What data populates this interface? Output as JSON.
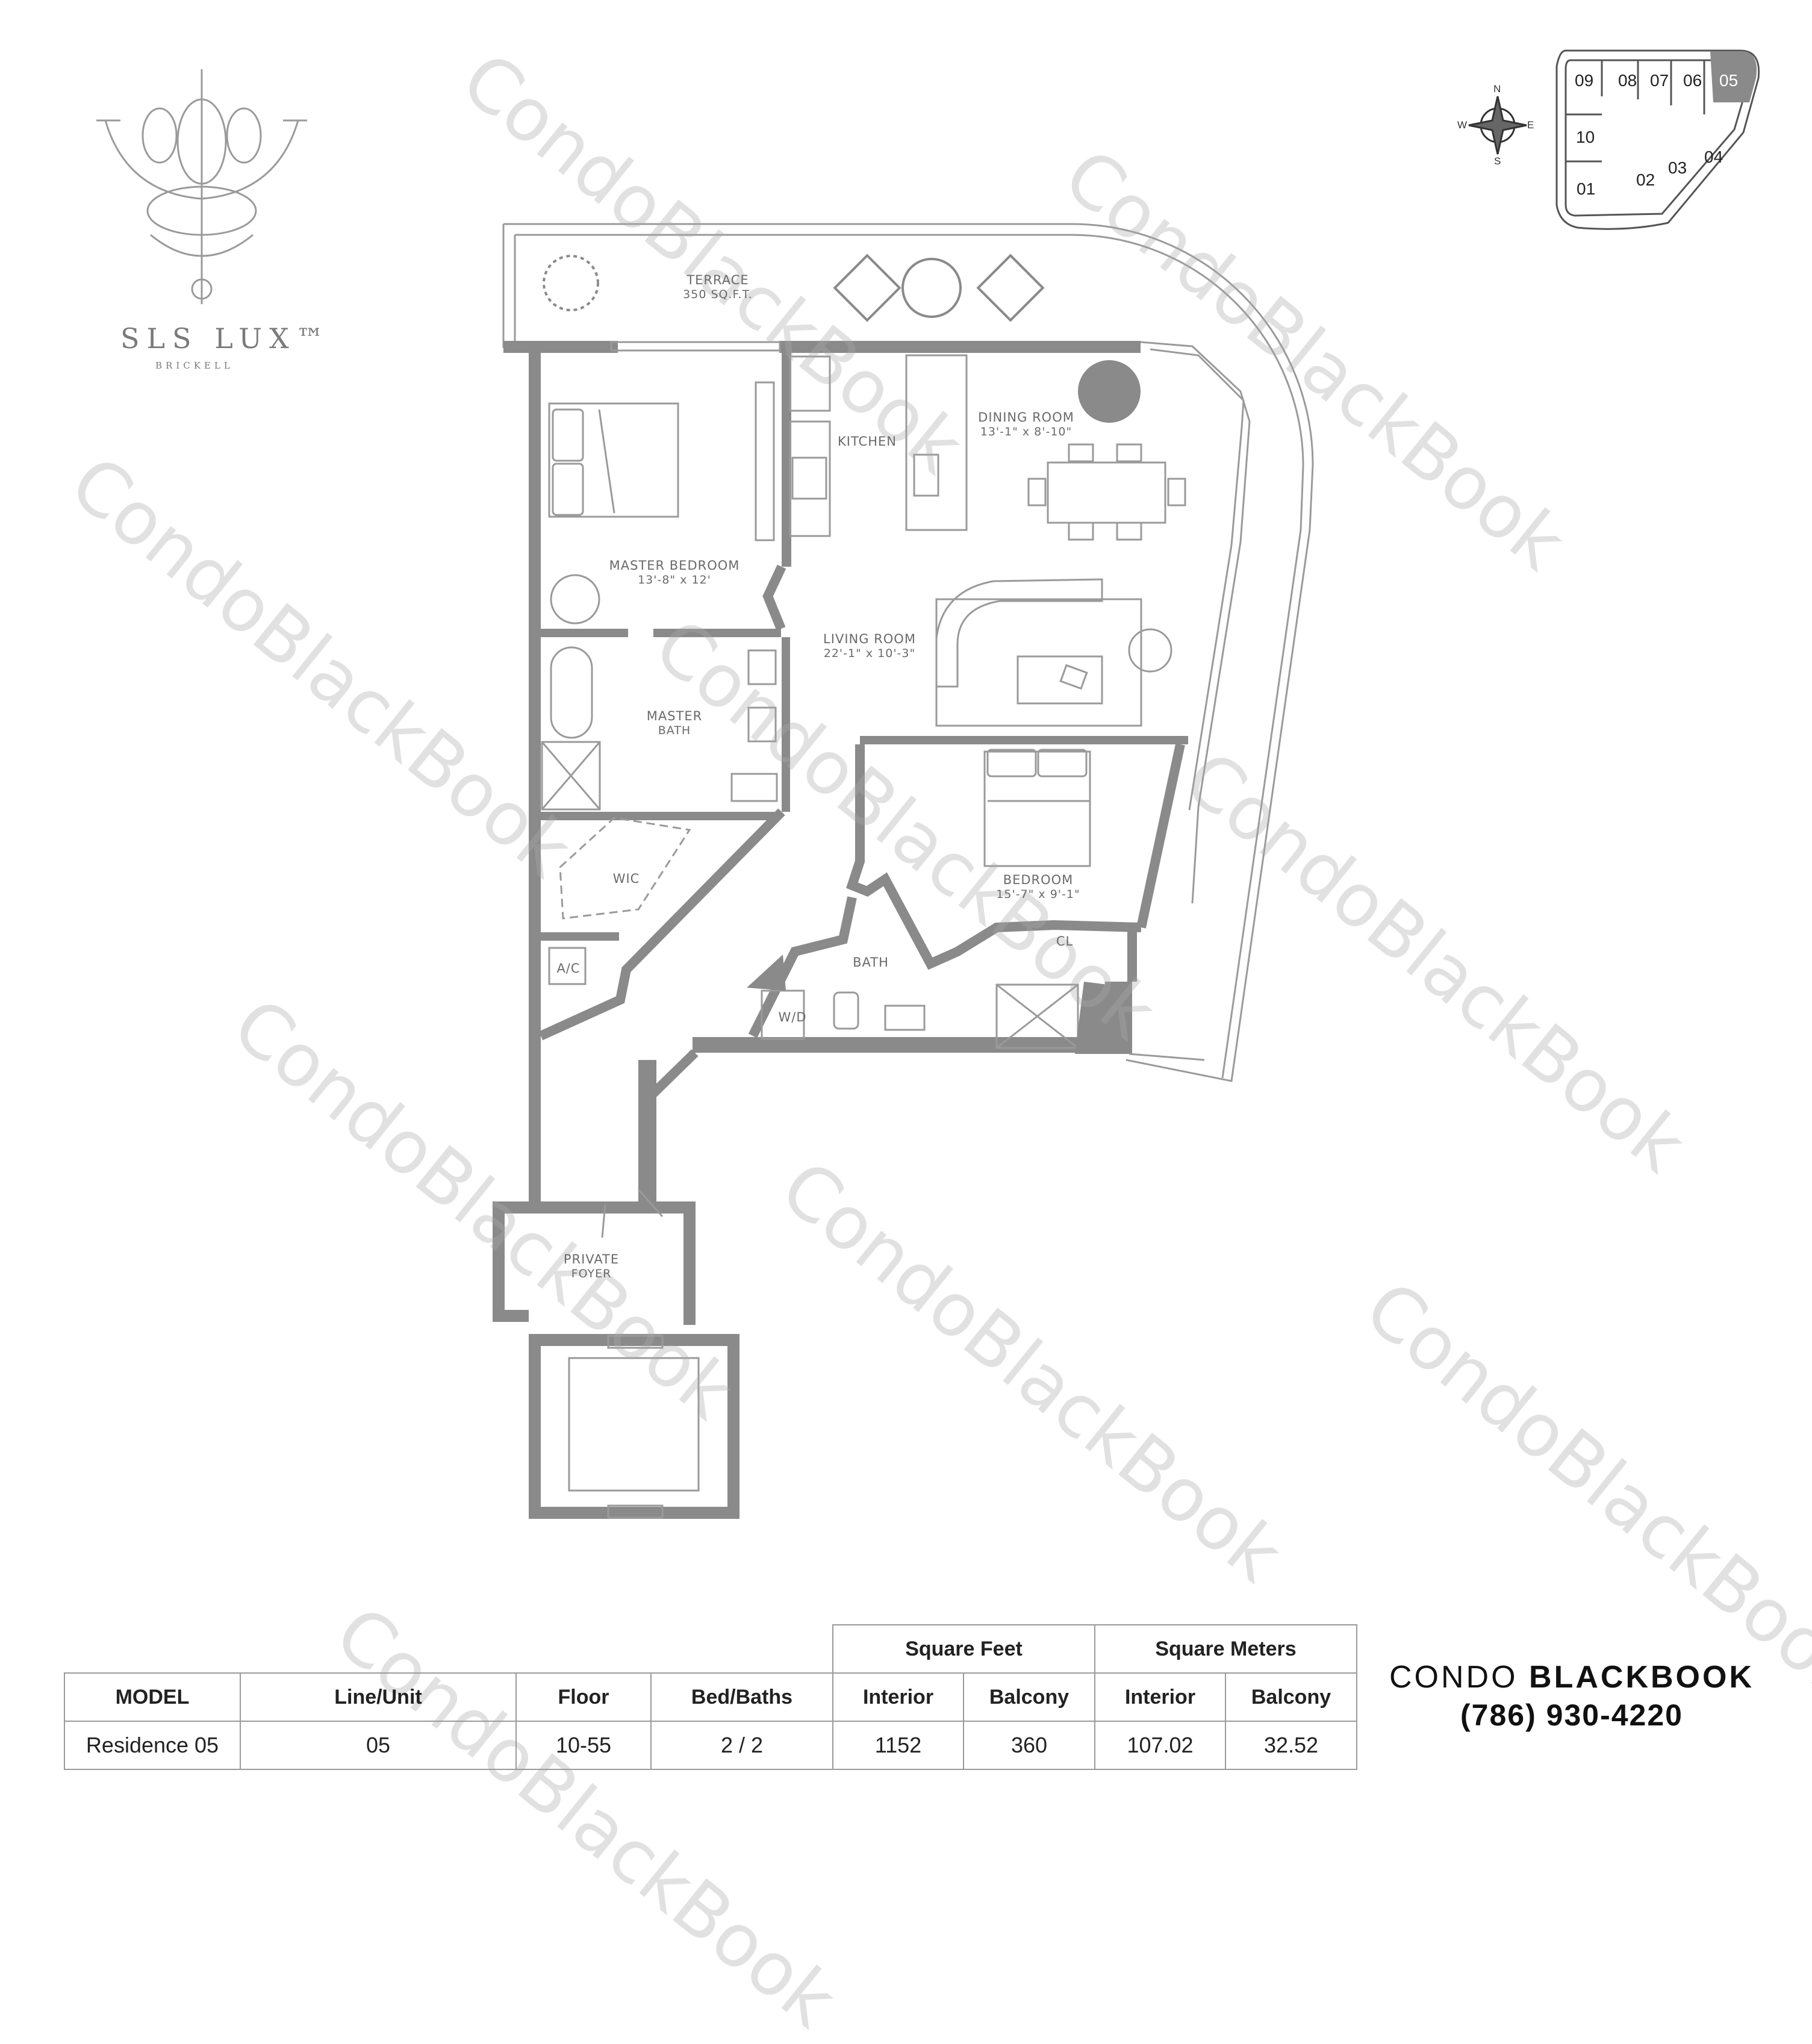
{
  "brand_logo": {
    "name": "SLS LUX™",
    "sub": "BRICKELL"
  },
  "rooms": {
    "terrace": {
      "name": "TERRACE",
      "dim": "350 SQ.F.T."
    },
    "kitchen": {
      "name": "KITCHEN"
    },
    "dining": {
      "name": "DINING ROOM",
      "dim": "13'-1\" x 8'-10\""
    },
    "master_bedroom": {
      "name": "MASTER BEDROOM",
      "dim": "13'-8\" x 12'"
    },
    "living": {
      "name": "LIVING ROOM",
      "dim": "22'-1\" x 10'-3\""
    },
    "master_bath": {
      "name": "MASTER",
      "name2": "BATH"
    },
    "bedroom": {
      "name": "BEDROOM",
      "dim": "15'-7\" x 9'-1\""
    },
    "wic": {
      "name": "WIC"
    },
    "bath": {
      "name": "BATH"
    },
    "cl": {
      "name": "CL"
    },
    "ac": {
      "name": "A/C"
    },
    "wd": {
      "name": "W/D"
    },
    "foyer": {
      "name": "PRIVATE",
      "name2": "FOYER"
    }
  },
  "keyplan": {
    "units": [
      "09",
      "08",
      "07",
      "06",
      "05",
      "10",
      "04",
      "03",
      "02",
      "01"
    ],
    "highlighted": "05",
    "compass": {
      "n": "N",
      "s": "S",
      "e": "E",
      "w": "W"
    }
  },
  "table": {
    "group_headers": {
      "sqft": "Square Feet",
      "sqm": "Square Meters"
    },
    "headers": [
      "MODEL",
      "Line/Unit",
      "Floor",
      "Bed/Baths",
      "Interior",
      "Balcony",
      "Interior",
      "Balcony"
    ],
    "row": [
      "Residence 05",
      "05",
      "10-55",
      "2 / 2",
      "1152",
      "360",
      "107.02",
      "32.52"
    ]
  },
  "contact": {
    "name_a": "CONDO",
    "name_b": "BLACKBOOK",
    "phone": "(786) 930-4220"
  },
  "watermark": "CondoBlackBook",
  "colors": {
    "wall": "#8a8a8a",
    "line": "#9a9a9a",
    "highlight": "#8a8a8a"
  }
}
